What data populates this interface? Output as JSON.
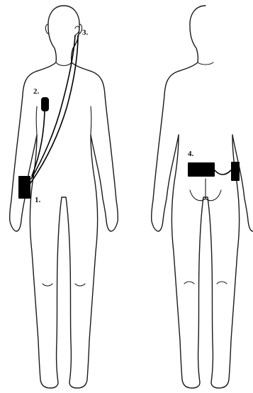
{
  "figure": {
    "views": [
      {
        "view": "front"
      },
      {
        "view": "back"
      }
    ],
    "markers": [
      {
        "id": "1",
        "label": "1."
      },
      {
        "id": "2",
        "label": "2."
      },
      {
        "id": "3",
        "label": "3."
      },
      {
        "id": "4",
        "label": "4."
      }
    ],
    "colors": {
      "outline": "#1a1a1a",
      "device": "#000000",
      "background": "#ffffff"
    }
  }
}
